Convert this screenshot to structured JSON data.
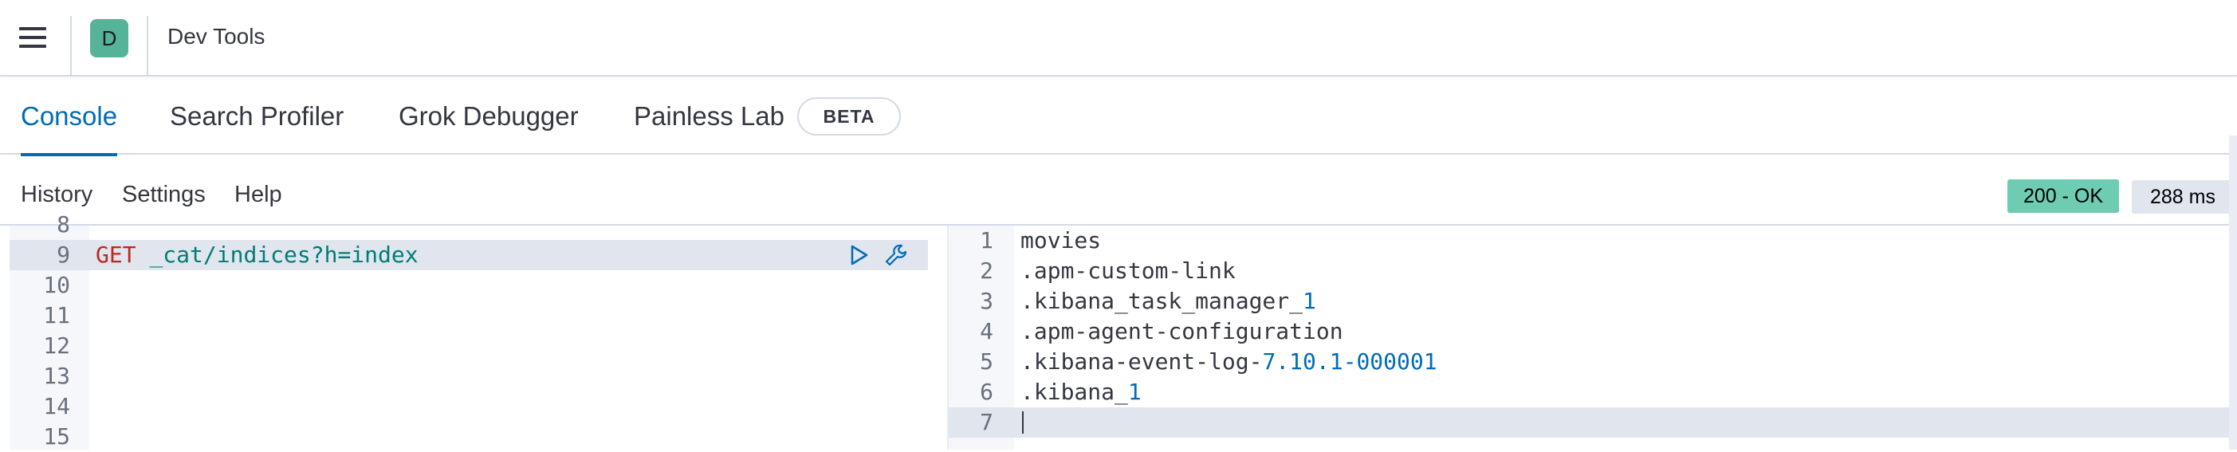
{
  "header": {
    "space_initial": "D",
    "app_title": "Dev Tools"
  },
  "tabs": [
    {
      "label": "Console",
      "selected": true
    },
    {
      "label": "Search Profiler",
      "selected": false
    },
    {
      "label": "Grok Debugger",
      "selected": false
    },
    {
      "label": "Painless Lab",
      "selected": false,
      "badge": "BETA"
    }
  ],
  "topnav": {
    "history": "History",
    "settings": "Settings",
    "help": "Help"
  },
  "response_status": {
    "status": "200 - OK",
    "time": "288 ms",
    "status_color": "#6dccb1"
  },
  "request_editor": {
    "lines": [
      {
        "num": "8",
        "text": ""
      },
      {
        "num": "9",
        "method": "GET",
        "path": "_cat/indices?h=index",
        "highlighted": true
      },
      {
        "num": "10",
        "text": ""
      },
      {
        "num": "11",
        "text": ""
      },
      {
        "num": "12",
        "text": ""
      },
      {
        "num": "13",
        "text": ""
      },
      {
        "num": "14",
        "text": ""
      },
      {
        "num": "15",
        "text": ""
      }
    ],
    "actions": [
      "play-icon",
      "wrench-icon"
    ]
  },
  "response_editor": {
    "lines": [
      {
        "num": "1",
        "text": "movies",
        "num_suffix": ""
      },
      {
        "num": "2",
        "text": ".apm-custom-link",
        "num_suffix": ""
      },
      {
        "num": "3",
        "text": ".kibana_task_manager_",
        "num_suffix": "1"
      },
      {
        "num": "4",
        "text": ".apm-agent-configuration",
        "num_suffix": ""
      },
      {
        "num": "5",
        "text": ".kibana-event-log-",
        "num_suffix": "7.10.1-000001"
      },
      {
        "num": "6",
        "text": ".kibana_",
        "num_suffix": "1"
      },
      {
        "num": "7",
        "text": "",
        "num_suffix": "",
        "highlighted": true
      }
    ]
  }
}
